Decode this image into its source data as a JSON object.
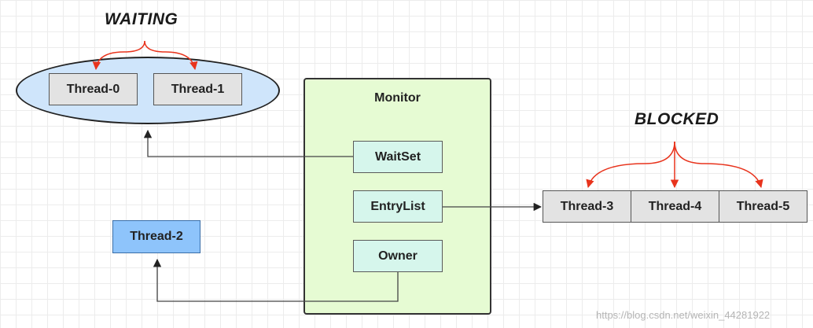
{
  "waiting": {
    "label": "WAITING",
    "threads": [
      "Thread-0",
      "Thread-1"
    ]
  },
  "monitor": {
    "title": "Monitor",
    "wait_set": "WaitSet",
    "entry_list": "EntryList",
    "owner": "Owner"
  },
  "blocked": {
    "label": "BLOCKED",
    "threads": [
      "Thread-3",
      "Thread-4",
      "Thread-5"
    ]
  },
  "owner_thread": "Thread-2",
  "watermark": "https://blog.csdn.net/weixin_44281922",
  "colors": {
    "red_arrow": "#e8331c",
    "ellipse_fill": "#cfe5fb",
    "monitor_fill": "#e6fbd3",
    "slot_fill": "#d6f6ec",
    "owner_thread_fill": "#8ec4fb",
    "queue_fill": "#e3e3e3"
  }
}
